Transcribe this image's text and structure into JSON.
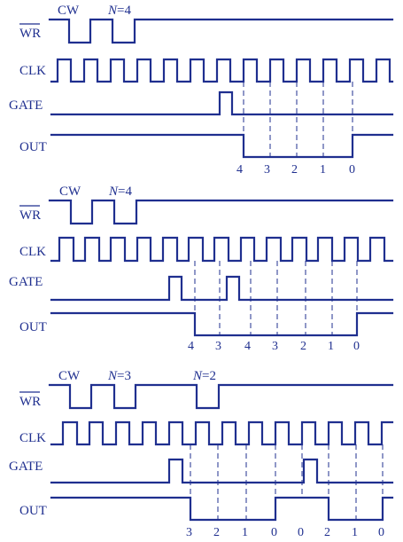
{
  "panels": [
    {
      "wr_label": "WR",
      "clk_label": "CLK",
      "gate_label": "GATE",
      "out_label": "OUT",
      "cw_label": "CW",
      "n_label": "N",
      "n_value": "=4",
      "counts": [
        "4",
        "3",
        "2",
        "1",
        "0"
      ]
    },
    {
      "wr_label": "WR",
      "clk_label": "CLK",
      "gate_label": "GATE",
      "out_label": "OUT",
      "cw_label": "CW",
      "n_label": "N",
      "n_value": "=4",
      "counts": [
        "4",
        "3",
        "4",
        "3",
        "2",
        "1",
        "0"
      ]
    },
    {
      "wr_label": "WR",
      "clk_label": "CLK",
      "gate_label": "GATE",
      "out_label": "OUT",
      "cw_label": "CW",
      "n_label": "N",
      "n_value": "=3",
      "n2_label": "N",
      "n2_value": "=2",
      "counts": [
        "3",
        "2",
        "1",
        "0",
        "0",
        "2",
        "1",
        "0"
      ]
    }
  ]
}
